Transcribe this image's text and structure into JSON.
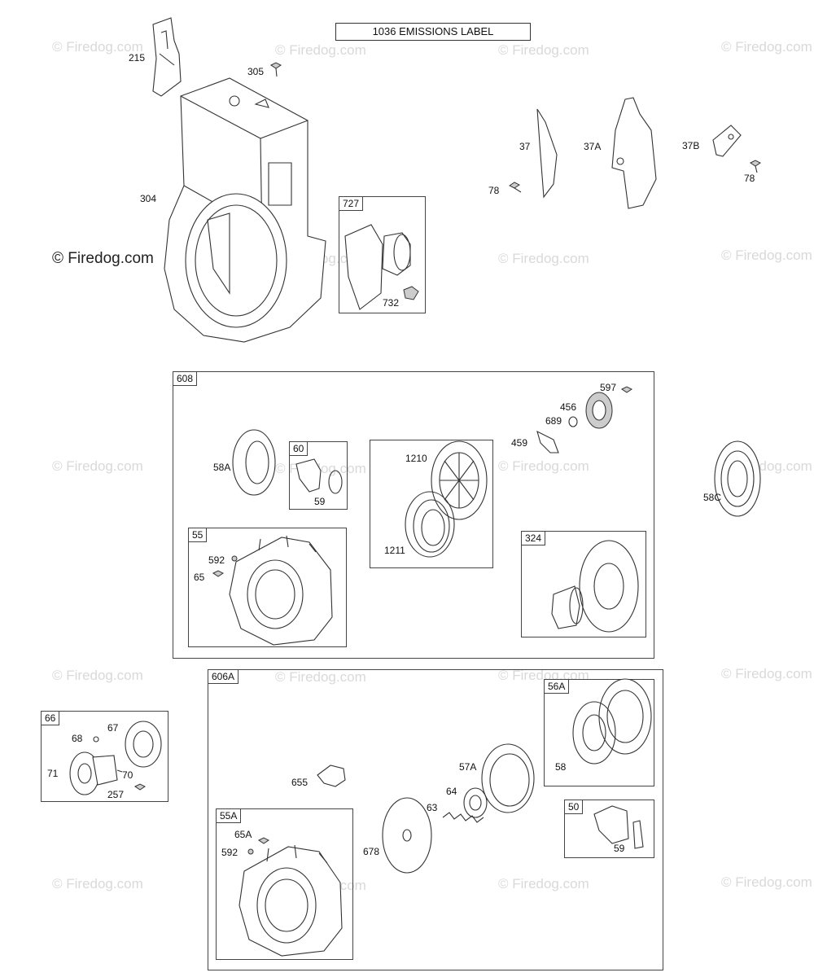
{
  "header": {
    "emissions_label": "1036 EMISSIONS LABEL"
  },
  "watermark": {
    "text": "© Firedog.com",
    "color": "#d9d9d9"
  },
  "copyright_notice": "© Firedog.com",
  "boxes": {
    "b727": "727",
    "b608": "608",
    "b60": "60",
    "b55": "55",
    "b324": "324",
    "b606A": "606A",
    "b56A": "56A",
    "b66": "66",
    "b55A": "55A",
    "b50": "50"
  },
  "labels": {
    "p215": "215",
    "p305": "305",
    "p304": "304",
    "p732": "732",
    "p37": "37",
    "p37A": "37A",
    "p37B": "37B",
    "p78a": "78",
    "p78b": "78",
    "p597": "597",
    "p456": "456",
    "p689": "689",
    "p459": "459",
    "p58A": "58A",
    "p59a": "59",
    "p1210": "1210",
    "p1211": "1211",
    "p592a": "592",
    "p65": "65",
    "p58C": "58C",
    "p68": "68",
    "p67": "67",
    "p71": "71",
    "p70": "70",
    "p257": "257",
    "p655": "655",
    "p57A": "57A",
    "p64": "64",
    "p63": "63",
    "p678": "678",
    "p58": "58",
    "p65A": "65A",
    "p592b": "592",
    "p59b": "59"
  },
  "icons": [
    "blower-housing-icon",
    "bracket-icon",
    "screw-icon",
    "guard-icon",
    "starter-housing-icon",
    "pulley-icon",
    "spring-icon",
    "rewind-plate-icon",
    "handle-icon",
    "clutch-icon",
    "ratchet-icon",
    "cup-icon"
  ]
}
